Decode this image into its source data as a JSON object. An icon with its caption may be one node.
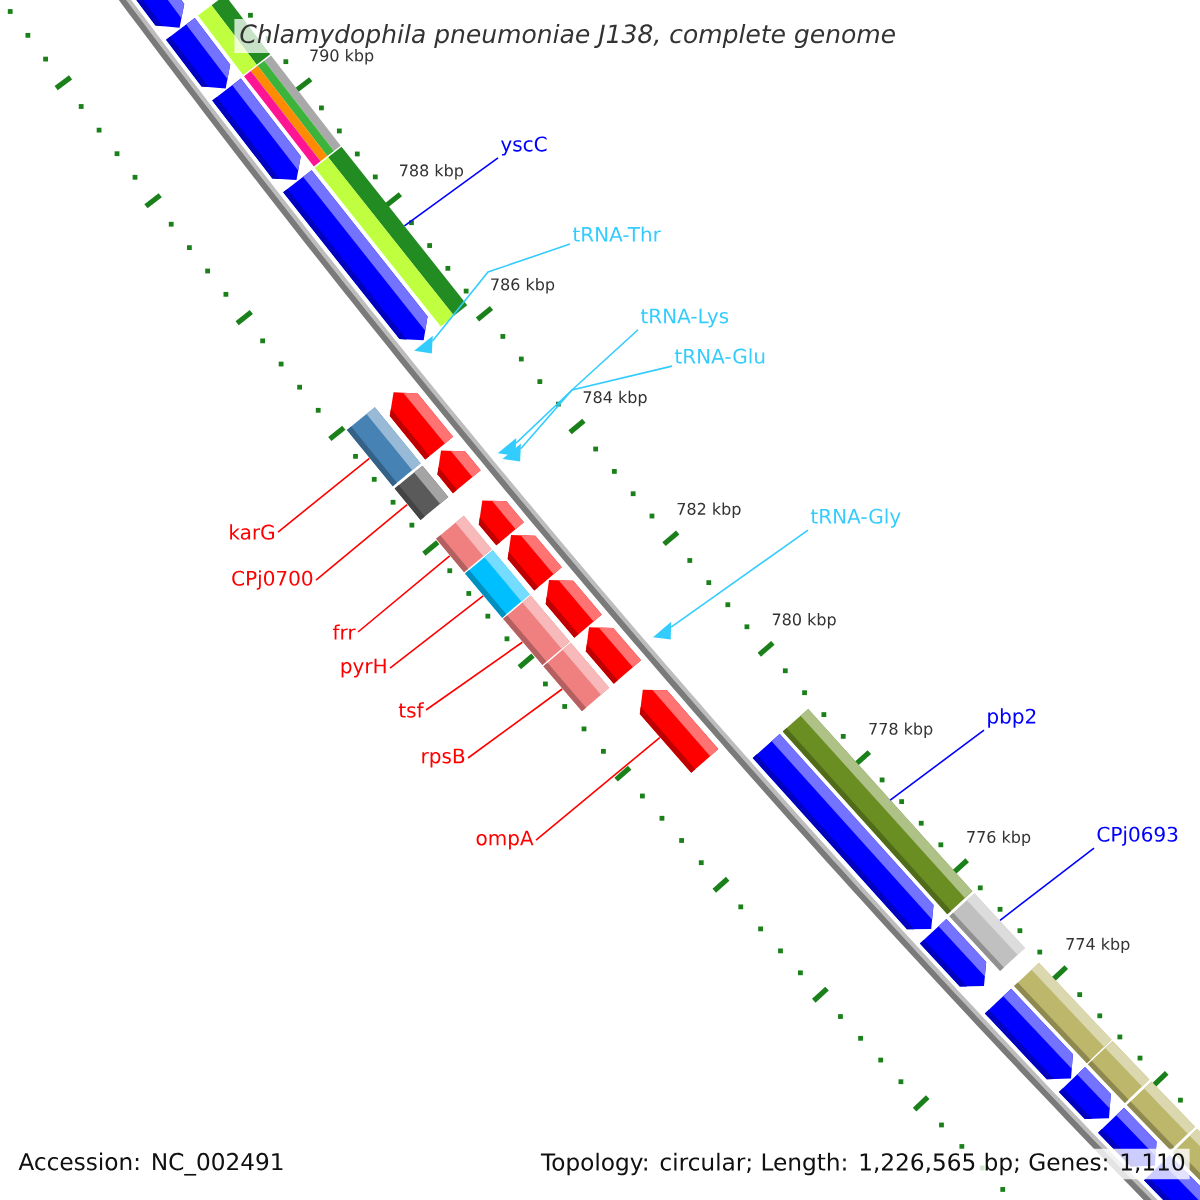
{
  "diagram": {
    "title": "Chlamydophila pneumoniae J138, complete genome",
    "nodes": [
      {
        "text": [
          "yscC"
        ]
      },
      {
        "text": [
          "tRNA-Thr"
        ]
      },
      {
        "text": [
          "tRNA-Lys"
        ]
      },
      {
        "text": [
          "tRNA-Glu"
        ]
      },
      {
        "text": [
          "tRNA-Gly"
        ]
      },
      {
        "text": [
          "karG"
        ]
      },
      {
        "text": [
          "CPj0700"
        ]
      },
      {
        "text": [
          "frr"
        ]
      },
      {
        "text": [
          "pyrH"
        ]
      },
      {
        "text": [
          "tsf"
        ]
      },
      {
        "text": [
          "pbp2"
        ]
      },
      {
        "text": [
          "rpsB"
        ]
      },
      {
        "text": [
          "CPj0693"
        ]
      },
      {
        "text": [
          "ompA"
        ]
      },
      {
        "text": [],
        "shape": "bar"
      },
      {
        "text": [],
        "shape": "triangle"
      },
      {
        "text": [],
        "shape": "triangle"
      },
      {
        "text": [],
        "shape": "triangle"
      },
      {
        "text": [],
        "shape": "bar"
      },
      {
        "text": [],
        "shape": "bar"
      },
      {
        "text": [],
        "shape": "bar"
      },
      {
        "text": [],
        "shape": "bar"
      },
      {
        "text": [],
        "shape": "bar"
      },
      {
        "text": [],
        "shape": "triangle"
      },
      {
        "text": [],
        "shape": "bar"
      },
      {
        "text": [],
        "shape": "bar"
      },
      {
        "text": [],
        "shape": "bar"
      },
      {
        "text": [],
        "shape": "bar"
      }
    ],
    "edges": [
      {
        "from": 0,
        "to": 14,
        "arrow": "none",
        "color": "#0000ff"
      },
      {
        "from": 1,
        "to": 15,
        "arrow": "none",
        "color": "#33ccff"
      },
      {
        "from": 2,
        "to": 16,
        "arrow": "none",
        "color": "#33ccff"
      },
      {
        "from": 3,
        "to": 17,
        "arrow": "none",
        "color": "#33ccff"
      },
      {
        "from": 4,
        "to": 23,
        "arrow": "none",
        "color": "#33ccff"
      },
      {
        "from": 5,
        "to": 18,
        "arrow": "none"
      },
      {
        "from": 6,
        "to": 19,
        "arrow": "none"
      },
      {
        "from": 7,
        "to": 20,
        "arrow": "none"
      },
      {
        "from": 8,
        "to": 21,
        "arrow": "none"
      },
      {
        "from": 9,
        "to": 22,
        "arrow": "none"
      },
      {
        "from": 10,
        "to": 26,
        "arrow": "none",
        "color": "#0000ff"
      },
      {
        "from": 11,
        "to": 24,
        "arrow": "none"
      },
      {
        "from": 12,
        "to": 27,
        "arrow": "none",
        "color": "#0000ff"
      },
      {
        "from": 13,
        "to": 25,
        "arrow": "none"
      }
    ],
    "labels": [
      "790 kbp",
      "788 kbp",
      "786 kbp",
      "784 kbp",
      "782 kbp",
      "780 kbp",
      "778 kbp",
      "776 kbp",
      "774 kbp",
      "Accession: NC_002491",
      "Topology: circular; Length: 1,226,565 bp; Genes: 1,110"
    ]
  }
}
